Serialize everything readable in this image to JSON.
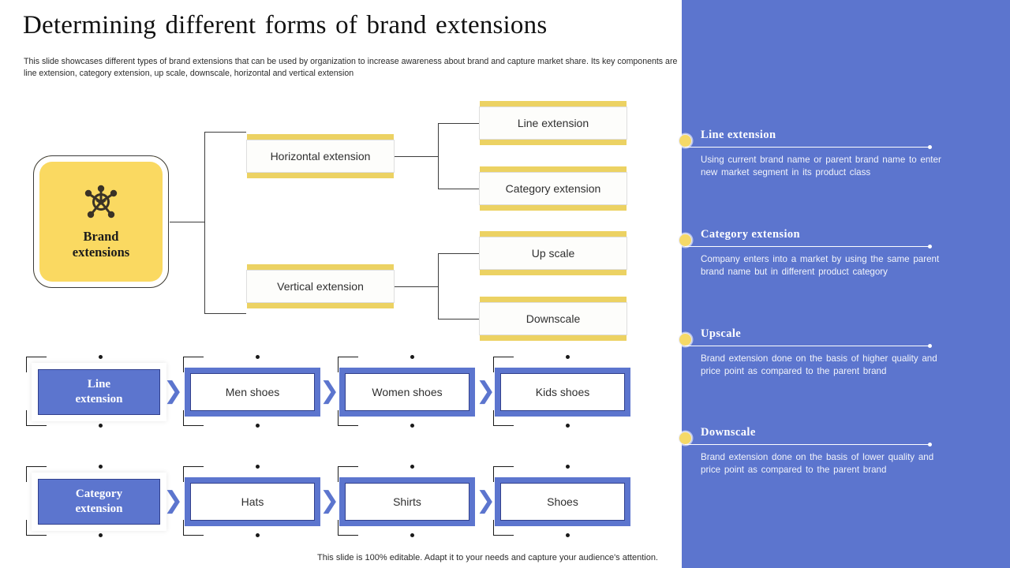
{
  "header": {
    "title": "Determining different forms of brand extensions",
    "subtitle": "This slide showcases different types of brand extensions that can be used by organization to increase awareness about brand and capture market share. Its key components are line extension, category extension, up scale, downscale, horizontal and vertical extension"
  },
  "footer": {
    "note": "This slide is 100% editable. Adapt it to your needs and capture your audience's attention."
  },
  "colors": {
    "panel_blue": "#5c75ce",
    "accent_yellow": "#ecd263",
    "node_yellow": "#fad961",
    "box_white": "#ffffff",
    "text_dark": "#2f2f2f"
  },
  "diagram": {
    "center_node": {
      "label": "Brand\nextensions",
      "label_line1": "Brand",
      "label_line2": "extensions",
      "icon": "network-hub-star-icon"
    },
    "branches": [
      {
        "label": "Horizontal extension"
      },
      {
        "label": "Vertical extension"
      }
    ],
    "leaves": [
      {
        "label": "Line extension"
      },
      {
        "label": "Category extension"
      },
      {
        "label": "Up scale"
      },
      {
        "label": "Downscale"
      }
    ]
  },
  "chains": [
    {
      "lead_line1": "Line",
      "lead_line2": "extension",
      "steps": [
        {
          "label": "Men shoes"
        },
        {
          "label": "Women shoes"
        },
        {
          "label": "Kids shoes"
        }
      ],
      "separator_icon": "chevron-right-icon"
    },
    {
      "lead_line1": "Category",
      "lead_line2": "extension",
      "steps": [
        {
          "label": "Hats"
        },
        {
          "label": "Shirts"
        },
        {
          "label": "Shoes"
        }
      ],
      "separator_icon": "chevron-right-icon"
    }
  ],
  "side_panel": {
    "items": [
      {
        "title": "Line extension",
        "body": "Using current brand name or parent brand name to enter new market segment in its product class",
        "bullet_icon": "circle-bullet-icon"
      },
      {
        "title": "Category extension",
        "body": "Company enters into a market by using the same parent brand name but in different product category",
        "bullet_icon": "circle-bullet-icon"
      },
      {
        "title": "Upscale",
        "body": "Brand extension done on the basis of higher quality and price point as compared to the parent brand",
        "bullet_icon": "circle-bullet-icon"
      },
      {
        "title": "Downscale",
        "body": "Brand extension done on the basis of lower quality and price point as compared to the parent brand",
        "bullet_icon": "circle-bullet-icon"
      }
    ]
  }
}
